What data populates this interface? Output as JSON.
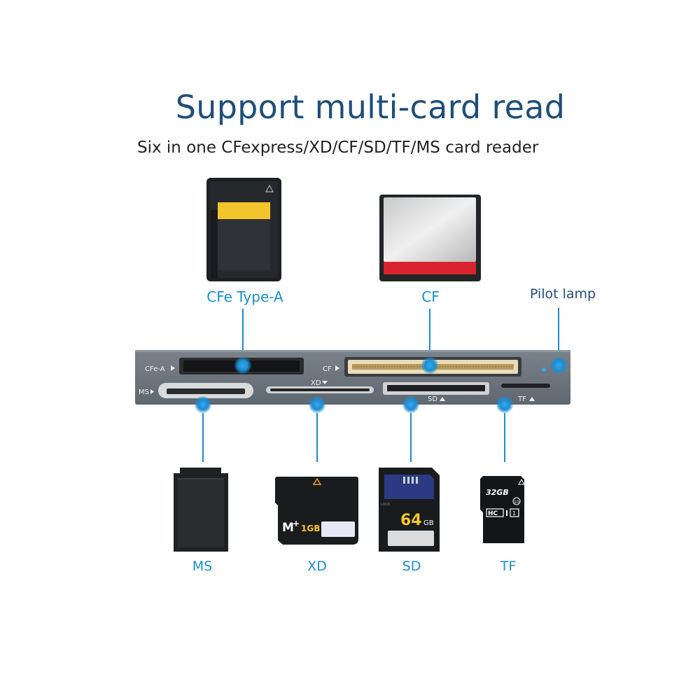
{
  "header": {
    "title": "Support multi-card read",
    "subtitle": "Six in one CFexpress/XD/CF/SD/TF/MS card reader"
  },
  "labels": {
    "cfe": "CFe Type-A",
    "cf": "CF",
    "pilot": "Pilot lamp",
    "ms": "MS",
    "xd": "XD",
    "sd": "SD",
    "tf": "TF"
  },
  "reader": {
    "cfe_a": "CFe-A",
    "cf": "CF",
    "ms": "MS",
    "xd": "XD",
    "sd": "SD",
    "tf": "TF"
  },
  "cards": {
    "xd_brand": "M",
    "xd_plus": "+",
    "xd_capacity": "1GB",
    "sd_capacity": "64",
    "sd_unit": "GB",
    "sd_lock": "LOCK",
    "tf_capacity": "32GB",
    "tf_class": "10",
    "tf_hc": "HC",
    "tf_uhs": "I",
    "tf_u": "1"
  },
  "colors": {
    "accent": "#1a8ed3",
    "title": "#1f4e79",
    "reader": "#6b737d",
    "cf_red": "#d9232e",
    "cfe_yellow": "#f2c52c"
  }
}
